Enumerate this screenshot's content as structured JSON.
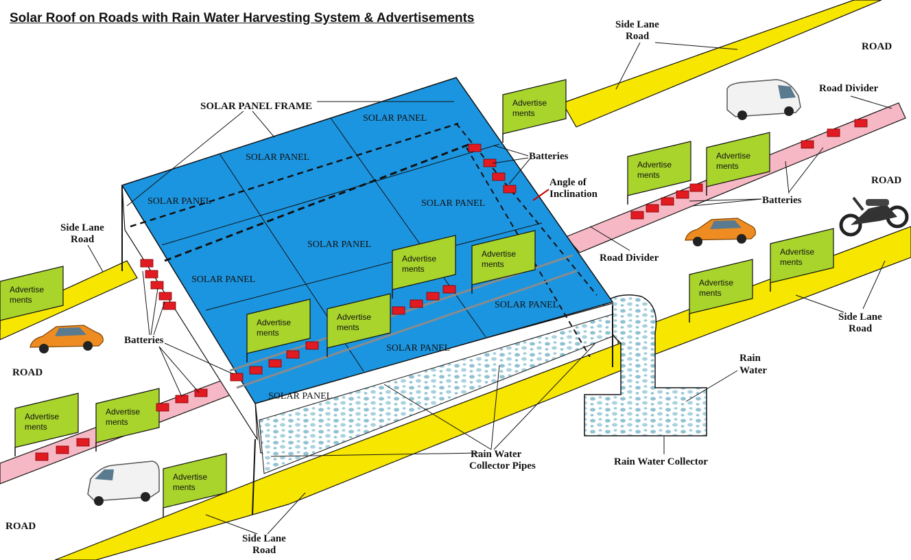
{
  "title": "Solar Roof on Roads with Rain Water Harvesting System & Advertisements",
  "colors": {
    "solar_panel": "#1c95e0",
    "side_lane": "#f7e600",
    "divider": "#f5b8c4",
    "advertisement": "#a8d42c",
    "battery": "#e21b22",
    "rain_water": "#b6dbe6"
  },
  "labels": {
    "solar_panel_frame": "SOLAR PANEL FRAME",
    "solar_panel": "SOLAR PANEL",
    "side_lane_road_line1": "Side Lane",
    "side_lane_road_line2": "Road",
    "road": "ROAD",
    "road_divider": "Road Divider",
    "batteries": "Batteries",
    "angle_line1": "Angle of",
    "angle_line2": "Inclination",
    "rain_water_line1": "Rain",
    "rain_water_line2": "Water",
    "collector_pipes_line1": "Rain Water",
    "collector_pipes_line2": "Collector Pipes",
    "rain_water_collector": "Rain Water Collector",
    "advertisement_line1": "Advertise",
    "advertisement_line2": "ments"
  },
  "icons": [
    "car-icon",
    "van-icon",
    "motorcycle-icon",
    "battery-icon"
  ]
}
